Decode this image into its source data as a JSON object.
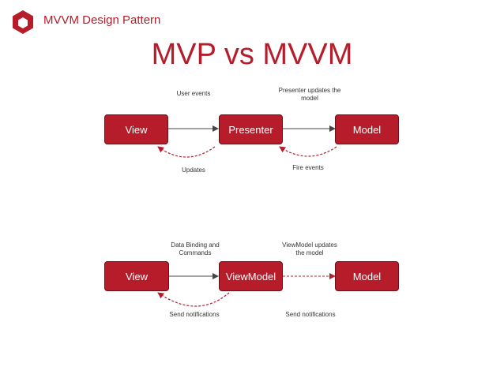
{
  "header": {
    "title": "MVVM Design Pattern",
    "logo_icon": "hexagon-logo-icon"
  },
  "main_title": "MVP vs MVVM",
  "colors": {
    "accent": "#b71c2b",
    "dark_accent": "#6b0f18"
  },
  "mvp": {
    "nodes": {
      "view": "View",
      "presenter": "Presenter",
      "model": "Model"
    },
    "labels": {
      "user_events": "User events",
      "presenter_updates": "Presenter updates the model",
      "updates": "Updates",
      "fire_events": "Fire events"
    }
  },
  "mvvm": {
    "nodes": {
      "view": "View",
      "viewmodel": "ViewModel",
      "model": "Model"
    },
    "labels": {
      "data_binding": "Data Binding and Commands",
      "viewmodel_updates": "ViewModel updates the model",
      "send_notifications_left": "Send notifications",
      "send_notifications_right": "Send notifications"
    }
  }
}
